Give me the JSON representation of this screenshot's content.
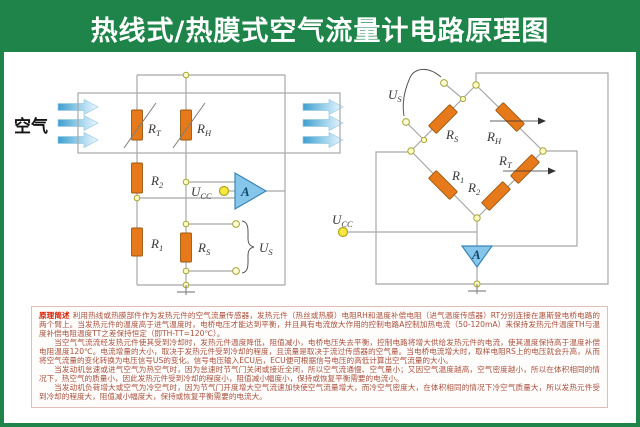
{
  "title": "热线式/热膜式空气流量计电路原理图",
  "air_label": "空气",
  "labels": {
    "rt_main": "R",
    "rt_sub": "T",
    "rh_main": "R",
    "rh_sub": "H",
    "r1_main": "R",
    "r1_sub": "1",
    "r2_main": "R",
    "r2_sub": "2",
    "rs_main": "R",
    "rs_sub": "S",
    "us_main": "U",
    "us_sub": "S",
    "ucc_main": "U",
    "ucc_sub": "CC",
    "amp": "A"
  },
  "colors": {
    "banner_green": "#1e8449",
    "resistor_orange": "#e67a1a",
    "amp_blue": "#85c6ea",
    "wire_gray": "#a8a8a8",
    "node_yellow": "#f6e93e",
    "arrow_blue": "#3d9ecf",
    "note_text": "#a8503c",
    "note_heading_red": "#d42000"
  },
  "notes": {
    "heading": "原理简述",
    "paragraphs": [
      "利用热线或热膜部件作为发热元件的空气流量传感器，发热元件（热丝或热膜）电阻RH和温度补偿电阻（进气温度传感器）RT分别连接在惠斯登电桥电路的两个臂上。当发热元件的温度高于进气温度时，电桥电压才能达到平衡，并且具有电流放大作用的控制电路A控制加热电流（50-120mA）来保持发热元件温度TH与温度补偿电阻温度TT之差保持恒定（即TH-TT=120℃）。",
      "当空气气流流经发热元件使其受到冷却时，发热元件温度降低，阻值减小，电桥电压失去平衡，控制电路将增大供给发热元件的电流，使其温度保持高于温度补偿电阻温度120℃。电流增量的大小，取决于发热元件受到冷却的程度，且流量是取决于流过传感器的空气量。当电桥电流增大时，取样电阻RS上的电压就会升高，从而将空气流量的变化转换为电压信号US的变化。信号电压输入ECU后，ECU便可根据信号电压的高低计算出空气流量的大小。",
      "当发动机怠速或进气空气为热空气时，因为怠速时节气门关闭或接近全闭，所以空气流通慢、空气量小；又因空气温度越高，空气密度越小，所以在体积相同的情况下，热空气的质量小，因此发热元件受到冷却的程度小，阻值减小幅度小，保持或恢复平衡需要的电流小。",
      "当发动机负荷增大或空气为冷空气时，因为节气门开度增大空气流速加快使空气流量增大，而冷空气密度大，在体积相同的情况下冷空气质量大，所以发热元件受到冷却的程度大，阻值减小幅度大，保持或恢复平衡需要的电流大。"
    ]
  }
}
